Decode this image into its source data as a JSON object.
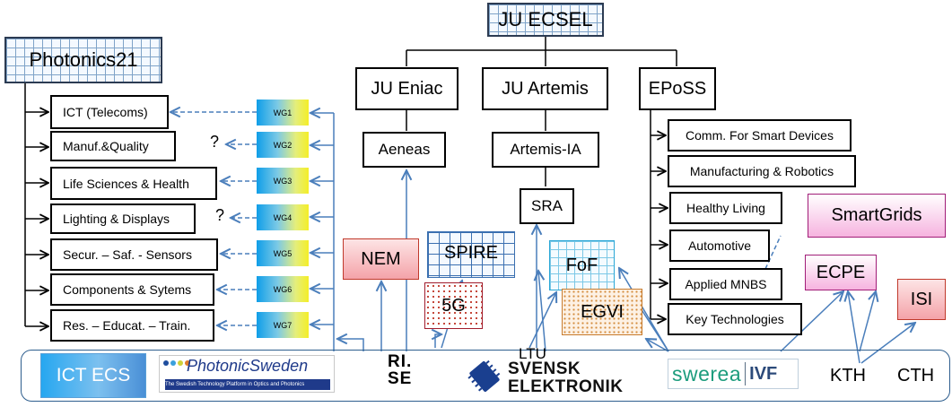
{
  "photonics": {
    "title": "Photonics21",
    "groups": [
      "ICT (Telecoms)",
      "Manuf.&Quality",
      "Life Sciences & Health",
      "Lighting & Displays",
      "Secur. – Saf. - Sensors",
      "Components & Sytems",
      "Res. – Educat. – Train."
    ],
    "wgs": [
      "WG1",
      "WG2",
      "WG3",
      "WG4",
      "WG5",
      "WG6",
      "WG7"
    ],
    "question_mark": "?"
  },
  "ecsel": {
    "title": "JU ECSEL",
    "children": [
      "JU Eniac",
      "JU Artemis",
      "EPoSS"
    ],
    "aeneas": "Aeneas",
    "artemis_ia": "Artemis-IA",
    "sra": "SRA",
    "eposs_items": [
      "Comm. For Smart Devices",
      "Manufacturing & Robotics",
      "Healthy Living",
      "Automotive",
      "Applied MNBS",
      "Key Technologies"
    ]
  },
  "initiatives": {
    "nem": "NEM",
    "spire": "SPIRE",
    "g5": "5G",
    "fof": "FoF",
    "egvi": "EGVI",
    "smartgrids": "SmartGrids",
    "ecpe": "ECPE",
    "isi": "ISI"
  },
  "bottom": {
    "ict_ecs": "ICT ECS",
    "photonic_sweden": "PhotonicSweden",
    "photonic_sweden_tagline": "The Swedish Technology Platform in Optics and Photonics",
    "rise": "RI. SE",
    "ltu": "LTU",
    "svensk_elektronik_1": "SVENSK",
    "svensk_elektronik_2": "ELEKTRONIK",
    "swerea_1": "swerea",
    "swerea_2": "IVF",
    "kth": "KTH",
    "cth": "CTH"
  },
  "colors": {
    "link_blue": "#4a7ebb",
    "frame_blue": "#2e5e8e",
    "pink_fill": "#f6b9bd",
    "red_border": "#c0392b",
    "egvi_orange": "#c77a2b"
  }
}
